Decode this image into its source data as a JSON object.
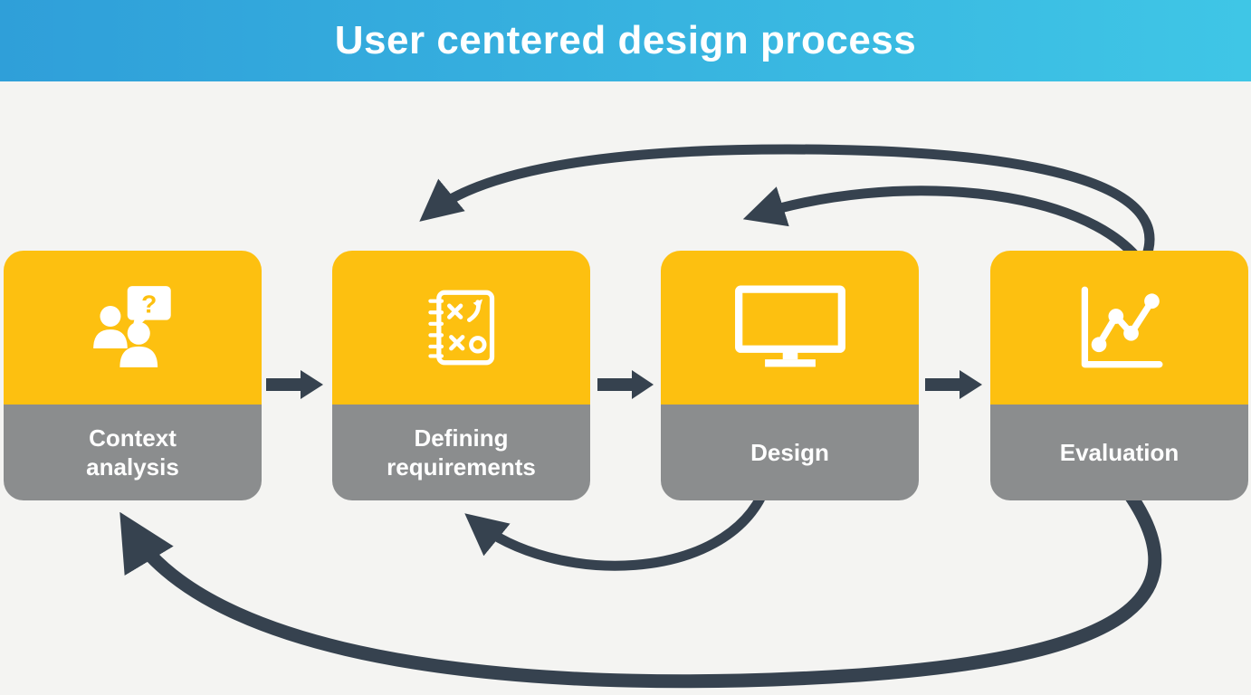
{
  "header": {
    "title": "User centered design process"
  },
  "steps": [
    {
      "label": "Context analysis",
      "icon": "people-conversation-icon"
    },
    {
      "label": "Defining requirements",
      "icon": "strategy-plan-icon"
    },
    {
      "label": "Design",
      "icon": "monitor-icon"
    },
    {
      "label": "Evaluation",
      "icon": "line-chart-icon"
    }
  ],
  "icons": {
    "question_mark": "?"
  },
  "colors": {
    "header_from": "#2f9fd9",
    "header_to": "#3fc6e6",
    "card_top": "#fdc010",
    "card_bottom": "#8b8d8e",
    "arrow": "#36424f",
    "background": "#f4f4f2",
    "text": "#ffffff"
  }
}
